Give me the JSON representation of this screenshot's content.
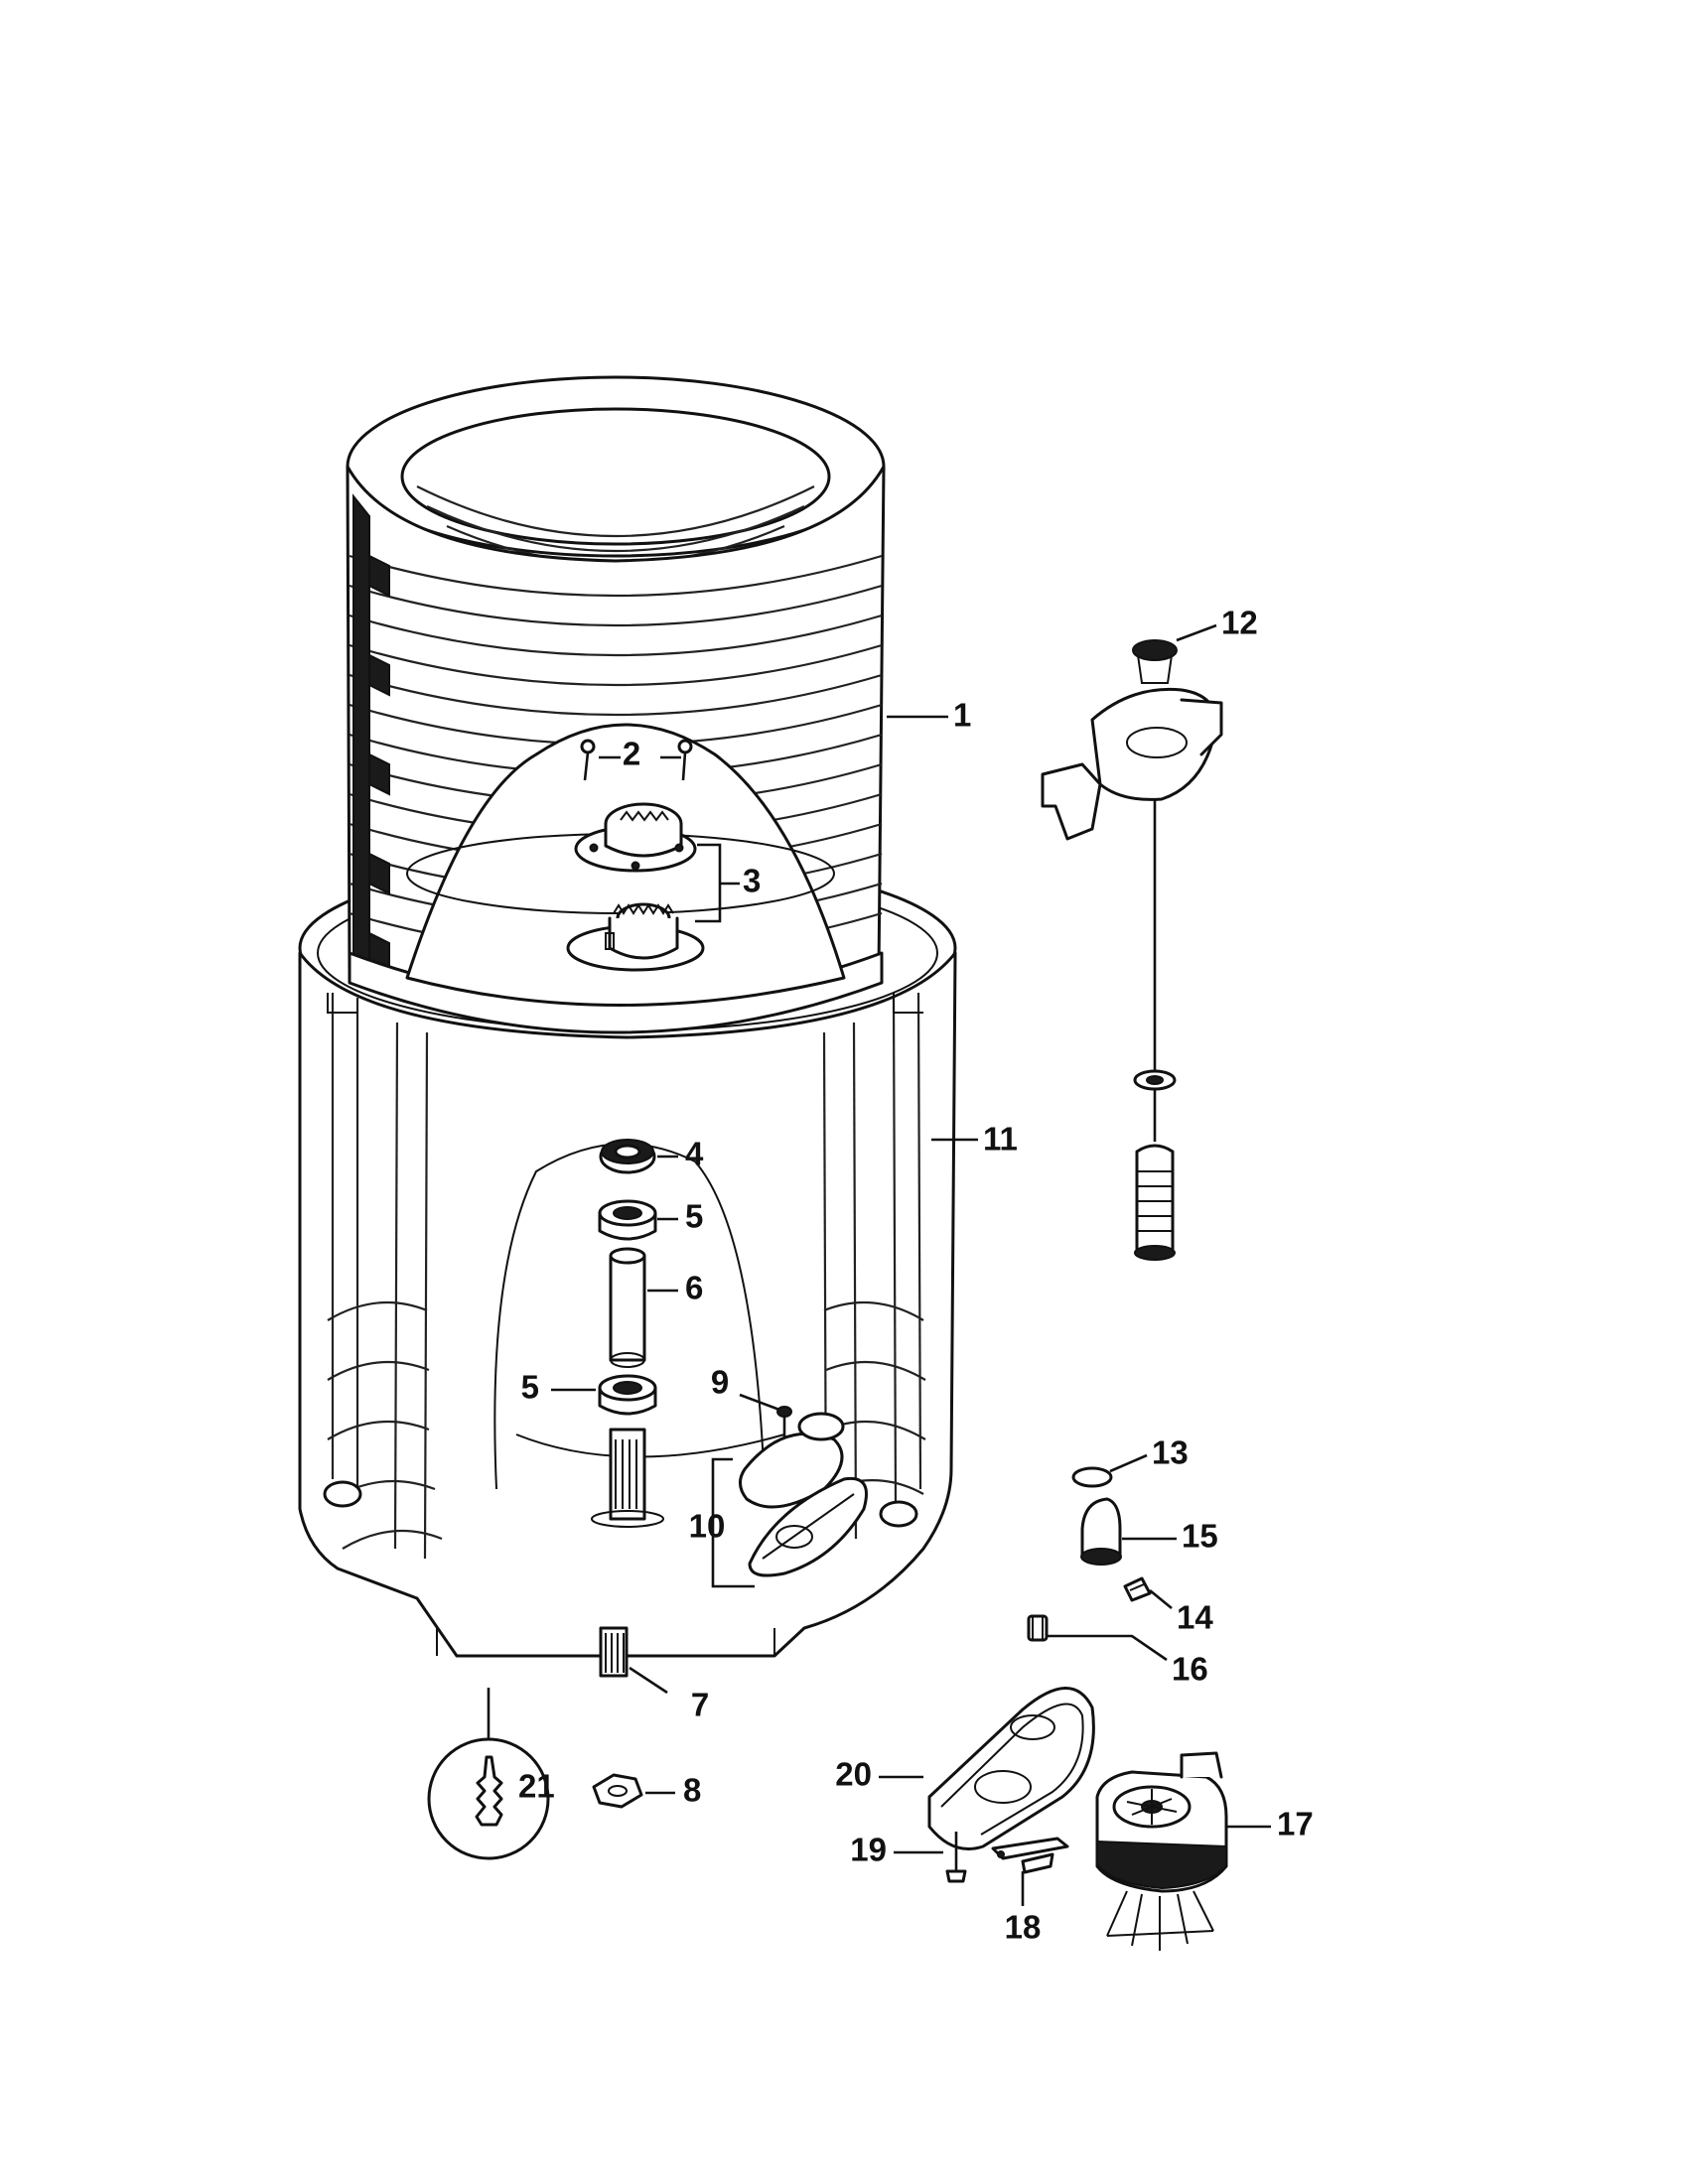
{
  "callouts": [
    {
      "id": "c1",
      "text": "1",
      "part": "outer-tub"
    },
    {
      "id": "c2",
      "text": "2",
      "part": "tub-screws"
    },
    {
      "id": "c3",
      "text": "3",
      "part": "drive-hub-kit"
    },
    {
      "id": "c4",
      "text": "4",
      "part": "seal"
    },
    {
      "id": "c5a",
      "text": "5",
      "part": "upper-bearing"
    },
    {
      "id": "c6",
      "text": "6",
      "part": "spacer-tube"
    },
    {
      "id": "c5b",
      "text": "5",
      "part": "lower-bearing"
    },
    {
      "id": "c9",
      "text": "9",
      "part": "screw"
    },
    {
      "id": "c10",
      "text": "10",
      "part": "pump-cover-gasket"
    },
    {
      "id": "c11",
      "text": "11",
      "part": "outer-tub-housing"
    },
    {
      "id": "c7",
      "text": "7",
      "part": "shaft-coupler"
    },
    {
      "id": "c8",
      "text": "8",
      "part": "nut"
    },
    {
      "id": "c21",
      "text": "21",
      "part": "wrench-tool"
    },
    {
      "id": "c12",
      "text": "12",
      "part": "suspension-rod"
    },
    {
      "id": "c13",
      "text": "13",
      "part": "o-ring"
    },
    {
      "id": "c15",
      "text": "15",
      "part": "drain-elbow"
    },
    {
      "id": "c14",
      "text": "14",
      "part": "clamp"
    },
    {
      "id": "c16",
      "text": "16",
      "part": "clip"
    },
    {
      "id": "c20",
      "text": "20",
      "part": "pump-gasket"
    },
    {
      "id": "c17",
      "text": "17",
      "part": "drain-pump"
    },
    {
      "id": "c19",
      "text": "19",
      "part": "screw"
    },
    {
      "id": "c18",
      "text": "18",
      "part": "bracket"
    }
  ]
}
